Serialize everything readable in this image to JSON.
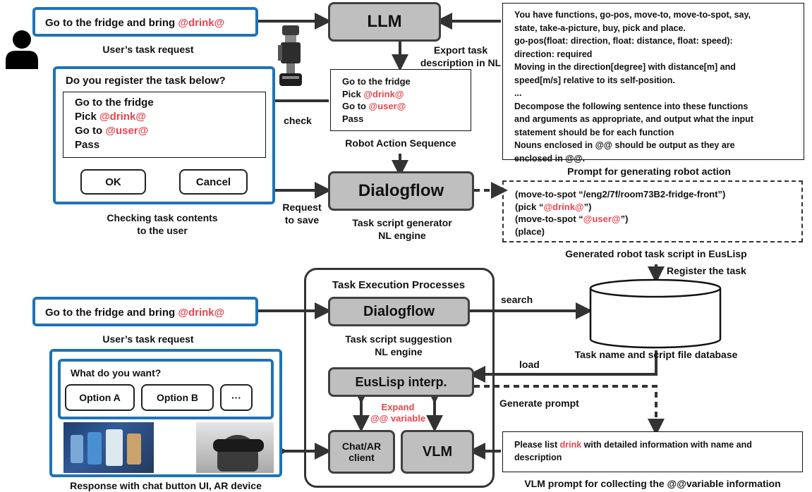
{
  "top": {
    "request": {
      "prefix": "Go to the fridge and bring ",
      "var": "@drink@"
    },
    "request_caption": "User’s task request",
    "llm_label": "LLM",
    "export_caption": "Export task\ndescription in NL",
    "dialog": {
      "title": "Do you register the task below?",
      "line1": "Go to the fridge",
      "line2_prefix": "Pick ",
      "line2_var": "@drink@",
      "line3_prefix": "Go to ",
      "line3_var": "@user@",
      "line4": "Pass",
      "ok": "OK",
      "cancel": "Cancel"
    },
    "dialog_caption": "Checking task contents\nto the user",
    "check_label": "check",
    "sequence": {
      "line1": "Go to the fridge",
      "line2_prefix": "Pick ",
      "line2_var": "@drink@",
      "line3_prefix": "Go to ",
      "line3_var": "@user@",
      "line4": "Pass"
    },
    "sequence_caption": "Robot Action Sequence",
    "prompt_lines": [
      "You have functions, go-pos, move-to, move-to-spot, say,",
      "state, take-a-picture, buy, pick and place.",
      "go-pos(float: direction, float: distance, float: speed):",
      "direction: required",
      "Moving in the direction[degree] with distance[m] and",
      "speed[m/s] relative to its self-position.",
      "...",
      "Decompose the following sentence into these functions",
      "and arguments as appropriate, and output what the input",
      "statement should be for each function",
      "Nouns enclosed in @@ should be output as they are",
      "enclosed in @@."
    ],
    "prompt_caption": "Prompt for generating robot action",
    "dialogflow_label": "Dialogflow",
    "dialogflow_caption": "Task script generator\nNL engine",
    "request_save": "Request\nto save",
    "script": {
      "line1": "(move-to-spot “/eng2/7f/room73B2-fridge-front”)",
      "line2_prefix": "(pick “",
      "line2_var": "@drink@",
      "line2_suffix": "”)",
      "line3_prefix": "(move-to-spot “",
      "line3_var": "@user@",
      "line3_suffix": "”)",
      "line4": "(place)"
    },
    "script_caption": "Generated robot task script in EusLisp",
    "register_caption": "Register the task"
  },
  "bottom": {
    "request": {
      "prefix": "Go to the fridge and bring ",
      "var": "@drink@"
    },
    "request_caption": "User’s task request",
    "panel_title": "Task Execution Processes",
    "dialogflow_label": "Dialogflow",
    "dialogflow_caption": "Task script suggestion\nNL engine",
    "euslisp_label": "EusLisp interp.",
    "expand_label": "Expand\n@@ variable",
    "chat_label": "Chat/AR\nclient",
    "vlm_label": "VLM",
    "search_label": "search",
    "load_label": "load",
    "generate_prompt_label": "Generate prompt",
    "db_caption": "Task name and script file database",
    "chat_ui": {
      "title": "What do you want?",
      "option_a": "Option A",
      "option_b": "Option B",
      "more": "···"
    },
    "response_caption": "Response with chat button UI, AR device",
    "vlm_prompt": {
      "prefix": "Please list ",
      "var": "drink",
      "suffix": " with detailed information with name and",
      "line2": "description"
    },
    "vlm_caption": "VLM prompt for collecting the @@variable information"
  },
  "colors": {
    "accent_blue": "#1f73b7",
    "var_red": "#e8454f",
    "box_gray": "#bfbfbf"
  }
}
